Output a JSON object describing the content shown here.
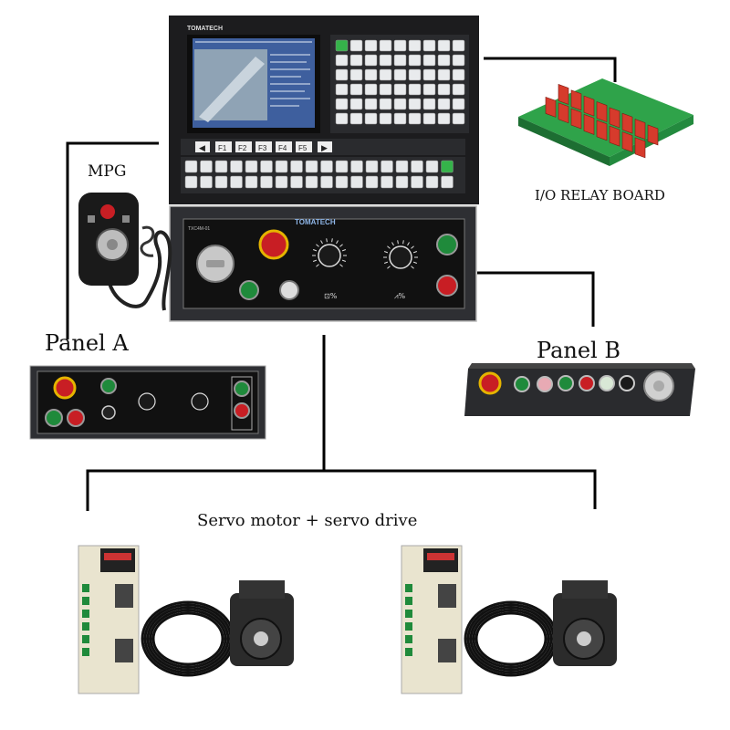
{
  "controller": {
    "brand": "TOMATECH",
    "model": "TXC4M-01",
    "function_keys": [
      "F1",
      "F2",
      "F3",
      "F4",
      "F5"
    ],
    "knob_left_symbol": "⊡%",
    "knob_right_symbol": "⩘%"
  },
  "labels": {
    "mpg": "MPG",
    "io_relay": "I/O RELAY BOARD",
    "panel_a": "Panel A",
    "panel_b": "Panel B",
    "servo": "Servo motor + servo drive"
  },
  "colors": {
    "panel_black": "#1c1c1e",
    "panel_gray": "#2e2f33",
    "screen_blue": "#3e5f9e",
    "button_green": "#1f8a3b",
    "button_red": "#c81e24",
    "relay_green": "#2fa34a",
    "relay_red": "#d63b2c",
    "servo_cream": "#e9e4cf"
  }
}
